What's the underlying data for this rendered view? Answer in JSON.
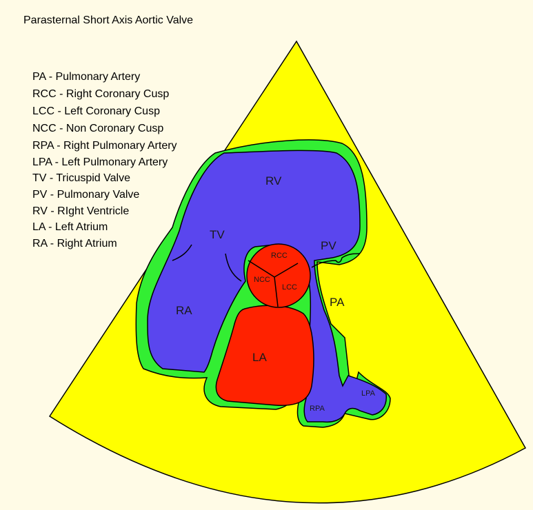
{
  "title": "Parasternal Short Axis Aortic Valve",
  "legend": [
    "PA - Pulmonary Artery",
    "RCC - Right Coronary Cusp",
    "LCC - Left Coronary Cusp",
    "NCC - Non Coronary Cusp",
    "RPA - Right Pulmonary Artery",
    "LPA - Left Pulmonary Artery",
    "TV - Tricuspid Valve",
    "PV - Pulmonary Valve",
    "RV - RIght Ventricle",
    "LA - Left Atrium",
    "RA - Right Atrium"
  ],
  "labels": {
    "rv": "RV",
    "tv": "TV",
    "pv": "PV",
    "ra": "RA",
    "la": "LA",
    "pa": "PA",
    "rcc": "RCC",
    "ncc": "NCC",
    "lcc": "LCC",
    "rpa": "RPA",
    "lpa": "LPA"
  },
  "colors": {
    "background": "#fffbe6",
    "sector": "#ffff00",
    "pericardium": "#33ee33",
    "right_heart": "#5a46ee",
    "left_heart": "#ff2200",
    "outline": "#000000"
  }
}
